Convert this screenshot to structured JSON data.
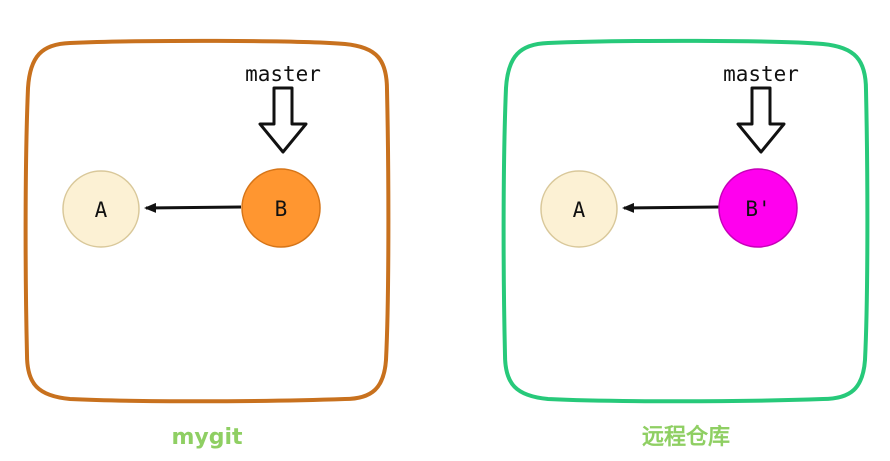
{
  "panels": [
    {
      "caption": "mygit",
      "caption_color": "#8fcf63",
      "border_color": "#c8711e",
      "branch_label": "master",
      "nodes": [
        {
          "label": "A",
          "fill": "#fcf1d4",
          "stroke": "#d9c89a"
        },
        {
          "label": "B",
          "fill": "#ff9630",
          "stroke": "#d67518"
        }
      ]
    },
    {
      "caption": "远程仓库",
      "caption_color": "#8fcf63",
      "border_color": "#27c97a",
      "branch_label": "master",
      "nodes": [
        {
          "label": "A",
          "fill": "#fcf1d4",
          "stroke": "#d9c89a"
        },
        {
          "label": "B'",
          "fill": "#ff00ee",
          "stroke": "#c600b8"
        }
      ]
    }
  ]
}
